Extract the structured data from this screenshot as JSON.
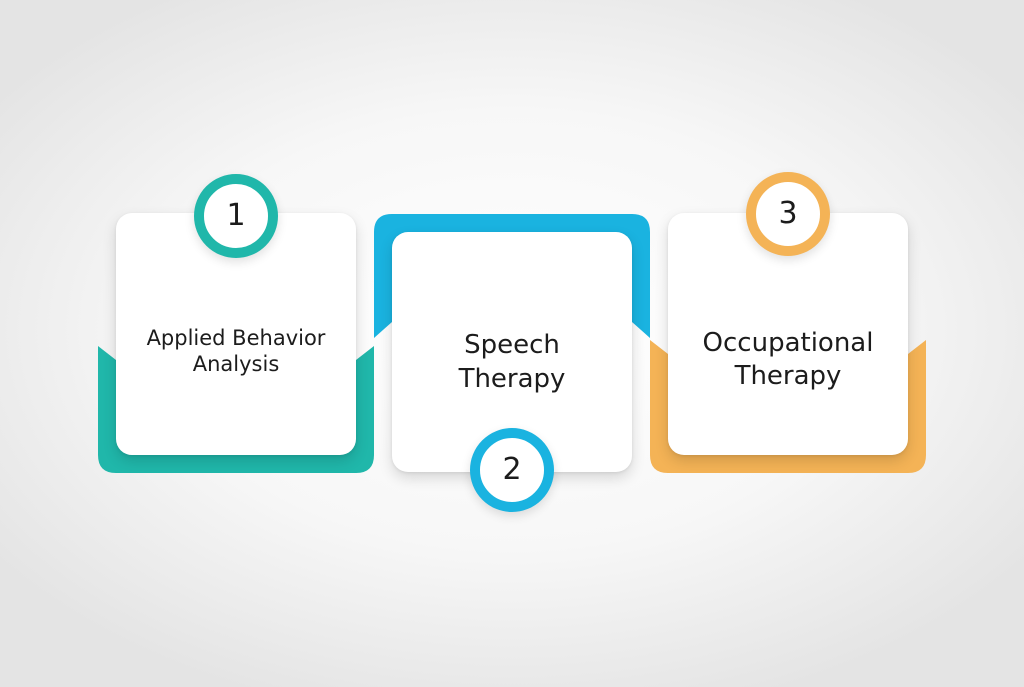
{
  "steps": [
    {
      "number": "1",
      "label": "Applied Behavior\nAnalysis",
      "color": "#20b7aa"
    },
    {
      "number": "2",
      "label": "Speech\nTherapy",
      "color": "#1ab3e0"
    },
    {
      "number": "3",
      "label": "Occupational\nTherapy",
      "color": "#f4b356"
    }
  ]
}
